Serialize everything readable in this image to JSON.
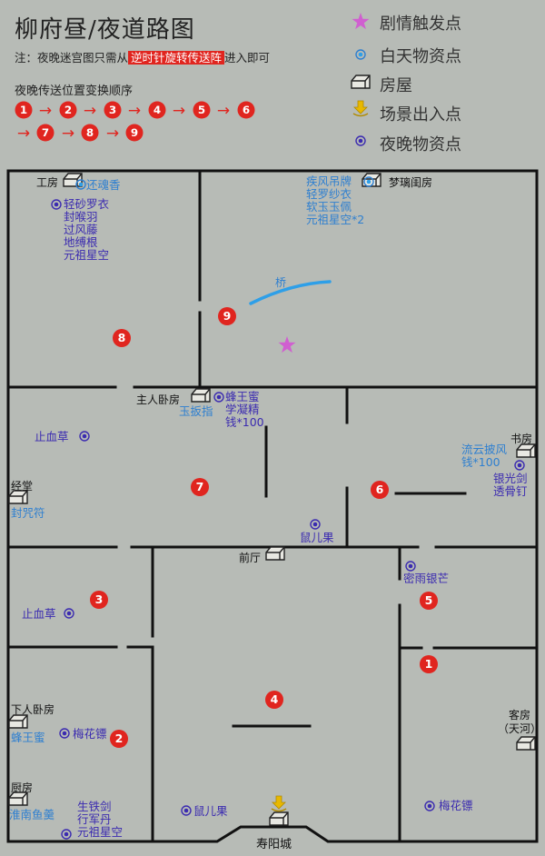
{
  "map": {
    "title": "柳府昼/夜道路图",
    "note_prefix": "注：夜晚迷宫图只需从",
    "note_highlight": "逆时针旋转传送阵",
    "note_suffix": "进入即可",
    "sequence_label": "夜晚传送位置变换顺序",
    "sequence": [
      "❶",
      "❷",
      "❸",
      "❹",
      "❺",
      "❻",
      "❼",
      "❽",
      "❾"
    ],
    "arrow": "→",
    "colors": {
      "background": "#b7bbb6",
      "wall": "#111111",
      "day_text": "#2e7fd0",
      "night_text": "#3b2bb0",
      "marker_red": "#e0251f",
      "star_pink": "#d05fd0",
      "bridge": "#2e9fe8",
      "entrance_yellow": "#e8b800"
    }
  },
  "legend": [
    {
      "icon": "star-icon",
      "label": "剧情触发点"
    },
    {
      "icon": "day-dot-icon",
      "label": "白天物资点"
    },
    {
      "icon": "house-icon",
      "label": "房屋"
    },
    {
      "icon": "entrance-arrow-icon",
      "label": "场景出入点"
    },
    {
      "icon": "night-dot-icon",
      "label": "夜晚物资点"
    }
  ],
  "rooms": {
    "gongfang": "工房",
    "menglige": "梦璃闺房",
    "zhuren": "主人卧房",
    "shufang": "书房",
    "jingtang": "经堂",
    "qianting": "前厅",
    "xiaren": "下人卧房",
    "chufang": "厨房",
    "kefang": "客房\n（天河）",
    "shouyang": "寿阳城",
    "bridge": "桥"
  },
  "day_items": {
    "gongfang": "还魂香",
    "menglige": "疾风吊牌\n轻罗纱衣\n软玉玉佩\n元祖星空*2",
    "zhuren": "玉扳指",
    "shufang": "流云披风\n钱*100",
    "jingtang": "封咒符",
    "xiaren": "蜂王蜜",
    "chufang": "淮南鱼羹"
  },
  "night_items": {
    "gongfang": "轻砂罗衣\n封喉羽\n过风藤\n地缚根\n元祖星空",
    "zhuren": "蜂王蜜\n学凝精\n钱*100",
    "zhixue_top": "止血草",
    "shufang": "银光剑\n透骨钉",
    "shuer_mid": "鼠儿果",
    "mitan": "密雨银芒",
    "zhixue_low": "止血草",
    "meihua_xiaren": "梅花镖",
    "shuer_bottom": "鼠儿果",
    "chufang": "生铁剑\n行军丹\n元祖星空",
    "meihua_right": "梅花镖"
  }
}
